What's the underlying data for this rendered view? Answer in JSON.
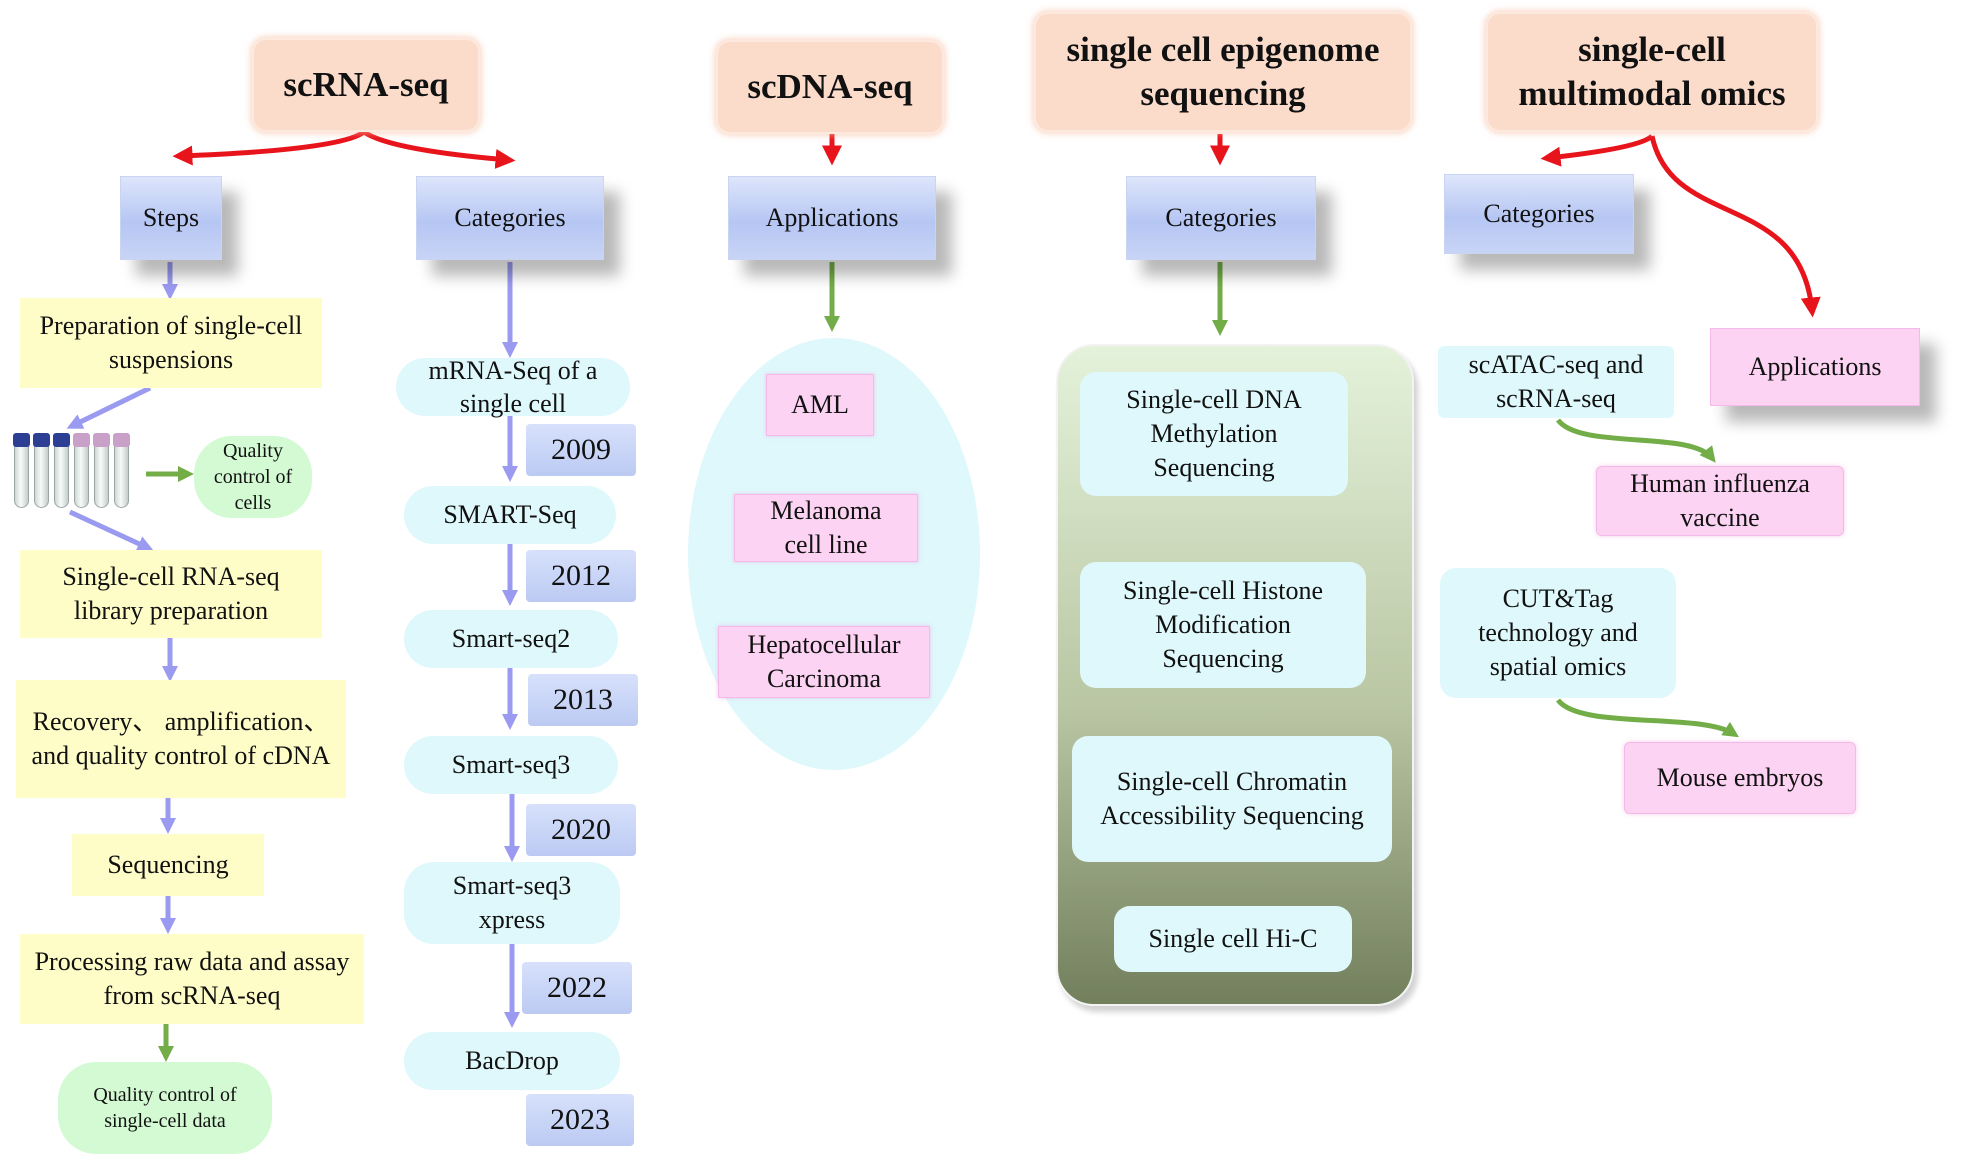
{
  "colors": {
    "red_arrow": "#e8141c",
    "blue_arrow": "#9a9af0",
    "green_arrow": "#73ad48",
    "main_box": "#fbdccb",
    "sub_box": "#bccaf3",
    "yellow_box": "#fefdc8",
    "cyan_box": "#dff8fb",
    "pink_box": "#fcd3f2",
    "green_box": "#d3fad3"
  },
  "sc_rna": {
    "title": "scRNA-seq",
    "steps_label": "Steps",
    "categories_label": "Categories",
    "steps": [
      "Preparation  of single-cell suspensions",
      "Single-cell  RNA-seq library  preparation",
      "Recovery、 amplification、 and quality  control  of cDNA",
      "Sequencing",
      "Processing  raw data and assay  from scRNA-seq"
    ],
    "qc_cells": "Quality control of cells",
    "qc_data": "Quality control of single-cell data",
    "tube_icon": "test-tubes-icon",
    "methods": [
      {
        "name": "mRNA-Seq  of a single cell",
        "year": "2009"
      },
      {
        "name": "SMART-Seq",
        "year": "2012"
      },
      {
        "name": "Smart-seq2",
        "year": "2013"
      },
      {
        "name": "Smart-seq3",
        "year": "2020"
      },
      {
        "name": "Smart-seq3xpress",
        "year": "2022"
      },
      {
        "name": "BacDrop",
        "year": "2023"
      }
    ]
  },
  "sc_dna": {
    "title": "scDNA-seq",
    "applications_label": "Applications",
    "applications": [
      "AML",
      "Melanoma cell line",
      "Hepatocellular Carcinoma"
    ]
  },
  "epigenome": {
    "title": "single cell epigenome sequencing",
    "categories_label": "Categories",
    "categories": [
      "Single-cell  DNA Methylation Sequencing",
      "Single-cell  Histone Modification Sequencing",
      "Single-cell  Chromatin Accessibility Sequencing",
      "Single  cell  Hi-C"
    ]
  },
  "multimodal": {
    "title": "single-cell multimodal omics",
    "categories_label": "Categories",
    "applications_label": "Applications",
    "categories": [
      "scATAC-seq and scRNA-seq",
      "CUT&Tag technology  and spatial  omics"
    ],
    "applications": [
      "Human  influenza vaccine",
      "Mouse  embryos"
    ]
  }
}
